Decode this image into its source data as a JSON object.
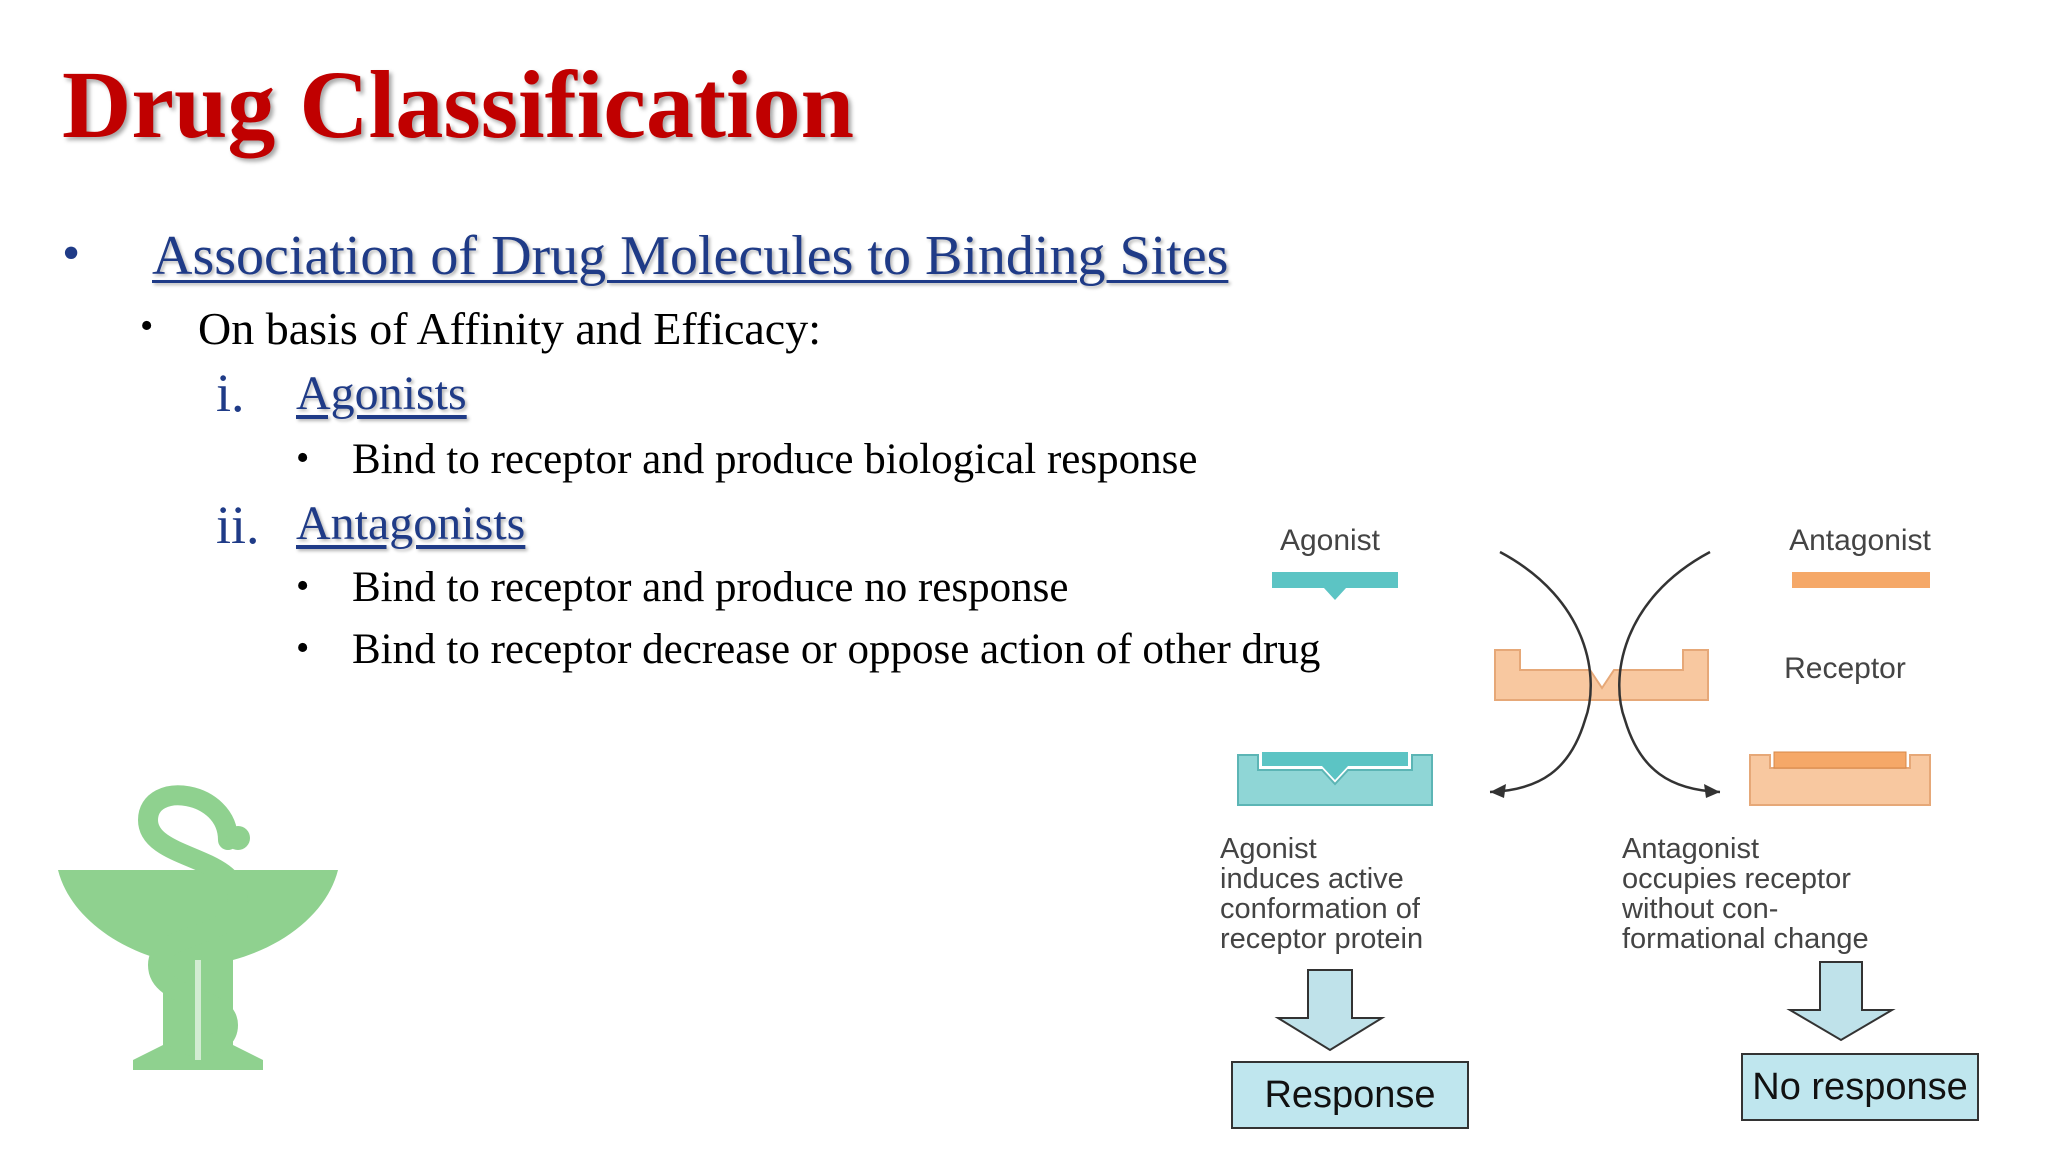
{
  "title": "Drug Classification",
  "content": {
    "heading": "Association of Drug Molecules to Binding Sites",
    "subtitle": "On basis of Affinity and Efficacy:",
    "items": [
      {
        "numeral": "i.",
        "label": "Agonists",
        "points": [
          "Bind to receptor and produce biological response"
        ]
      },
      {
        "numeral": "ii.",
        "label": "Antagonists",
        "points": [
          "Bind to receptor and produce no response",
          "Bind to receptor decrease or oppose action of other drug"
        ]
      }
    ]
  },
  "diagram": {
    "agonist_label": "Agonist",
    "antagonist_label": "Antagonist",
    "receptor_label": "Receptor",
    "agonist_effect": [
      "Agonist",
      "induces active",
      "conformation of",
      "receptor protein"
    ],
    "antagonist_effect": [
      "Antagonist",
      "occupies receptor",
      "without con-",
      "formational change"
    ],
    "response_label": "Response",
    "no_response_label": "No response",
    "colors": {
      "agonist": "#5cc4c4",
      "antagonist": "#f5a868",
      "receptor": "#f8c8a0",
      "response_box": "#bfe6ee",
      "arrow": "#bfe2ea",
      "symbol": "#8fd18f",
      "title": "#c00000",
      "heading": "#1f3b87"
    }
  }
}
